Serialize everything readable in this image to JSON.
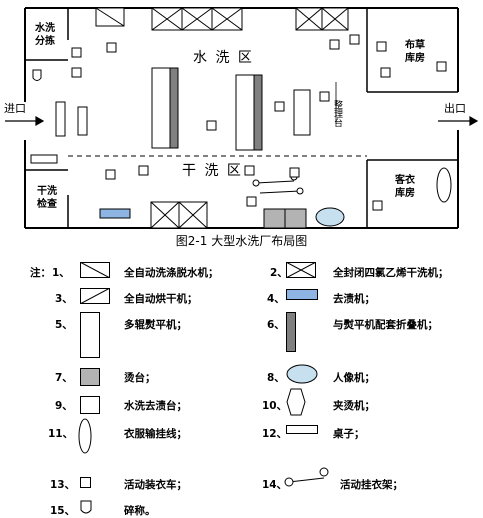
{
  "plan": {
    "rooms": {
      "water_wash_sort": "水洗\n分拣",
      "water_wash_area": "水 洗 区",
      "linen_store": "布草\n库房",
      "dry_wash_area": "干 洗 区",
      "guest_store": "客衣\n库房",
      "dry_wash_check": "干洗\n检查"
    },
    "entrance": "进口",
    "exit": "出口",
    "folding_label": "整理台"
  },
  "caption": "图2-1   大型水洗厂布局图",
  "legend": {
    "note_label": "注：",
    "items": [
      {
        "num": "1、",
        "label": "全自动洗涤脱水机；",
        "icon": "washer-extractor-icon"
      },
      {
        "num": "2、",
        "label": "全封闭四氯乙烯干洗机；",
        "icon": "dry-cleaning-machine-icon"
      },
      {
        "num": "3、",
        "label": "全自动烘干机；",
        "icon": "dryer-icon"
      },
      {
        "num": "4、",
        "label": "去渍机；",
        "icon": "stain-remover-icon"
      },
      {
        "num": "5、",
        "label": "多辊熨平机；",
        "icon": "flatwork-ironer-icon"
      },
      {
        "num": "6、",
        "label": "与熨平机配套折叠机；",
        "icon": "folder-icon"
      },
      {
        "num": "7、",
        "label": "烫台；",
        "icon": "ironing-table-icon"
      },
      {
        "num": "8、",
        "label": "人像机；",
        "icon": "form-finisher-icon"
      },
      {
        "num": "9、",
        "label": "水洗去渍台；",
        "icon": "spotting-table-icon"
      },
      {
        "num": "10、",
        "label": "夹烫机；",
        "icon": "press-machine-icon"
      },
      {
        "num": "11、",
        "label": "衣服输挂线；",
        "icon": "garment-conveyor-icon"
      },
      {
        "num": "12、",
        "label": "桌子；",
        "icon": "table-icon"
      },
      {
        "num": "13、",
        "label": "活动装衣车；",
        "icon": "cart-icon"
      },
      {
        "num": "14、",
        "label": "活动挂衣架；",
        "icon": "hanging-rack-icon"
      },
      {
        "num": "15、",
        "label": "碎称。",
        "icon": "scale-icon"
      }
    ]
  },
  "colors": {
    "stain_remover": "#8db4e2",
    "ironing_table": "#b3b3b3",
    "form_finisher": "#c6e0ef",
    "folder": "#808080"
  }
}
